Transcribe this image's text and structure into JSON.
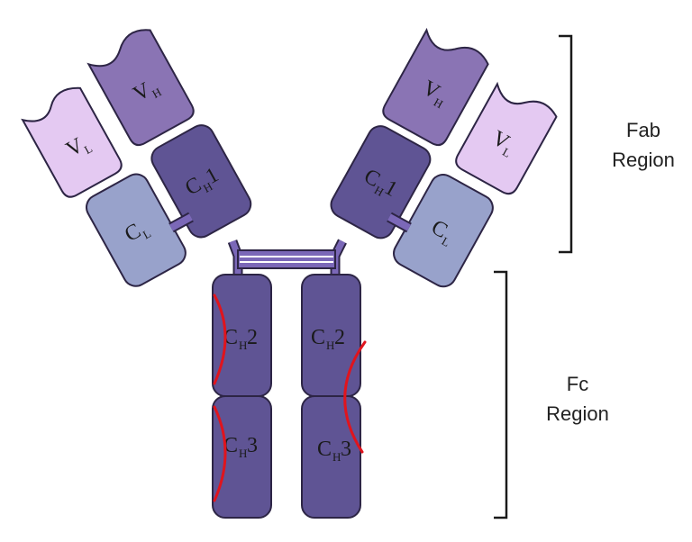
{
  "labels": {
    "left_vl": {
      "main": "V",
      "sub": "L"
    },
    "left_vh": {
      "main": "V",
      "sub": "H"
    },
    "left_ch1": {
      "main": "C",
      "sub": "H",
      "tail": "1"
    },
    "left_cl": {
      "main": "C",
      "sub": "L"
    },
    "right_vh": {
      "main": "V",
      "sub": "H"
    },
    "right_vl": {
      "main": "V",
      "sub": "L"
    },
    "right_ch1": {
      "main": "C",
      "sub": "H",
      "tail": "1"
    },
    "right_cl": {
      "main": "C",
      "sub": "L"
    },
    "left_ch2": {
      "main": "C",
      "sub": "H",
      "tail": "2"
    },
    "left_ch3": {
      "main": "C",
      "sub": "H",
      "tail": "3"
    },
    "right_ch2": {
      "main": "C",
      "sub": "H",
      "tail": "2"
    },
    "right_ch3": {
      "main": "C",
      "sub": "H",
      "tail": "3"
    }
  },
  "regions": {
    "fab": {
      "line1": "Fab",
      "line2": "Region"
    },
    "fc": {
      "line1": "Fc",
      "line2": "Region"
    }
  },
  "colors": {
    "heavy_dark": "#5f5494",
    "heavy_v": "#8a74b4",
    "light_v": "#e4c9f2",
    "light_c": "#98a2cb",
    "hinge": "#7b68b8",
    "marker": "#e0141d"
  }
}
